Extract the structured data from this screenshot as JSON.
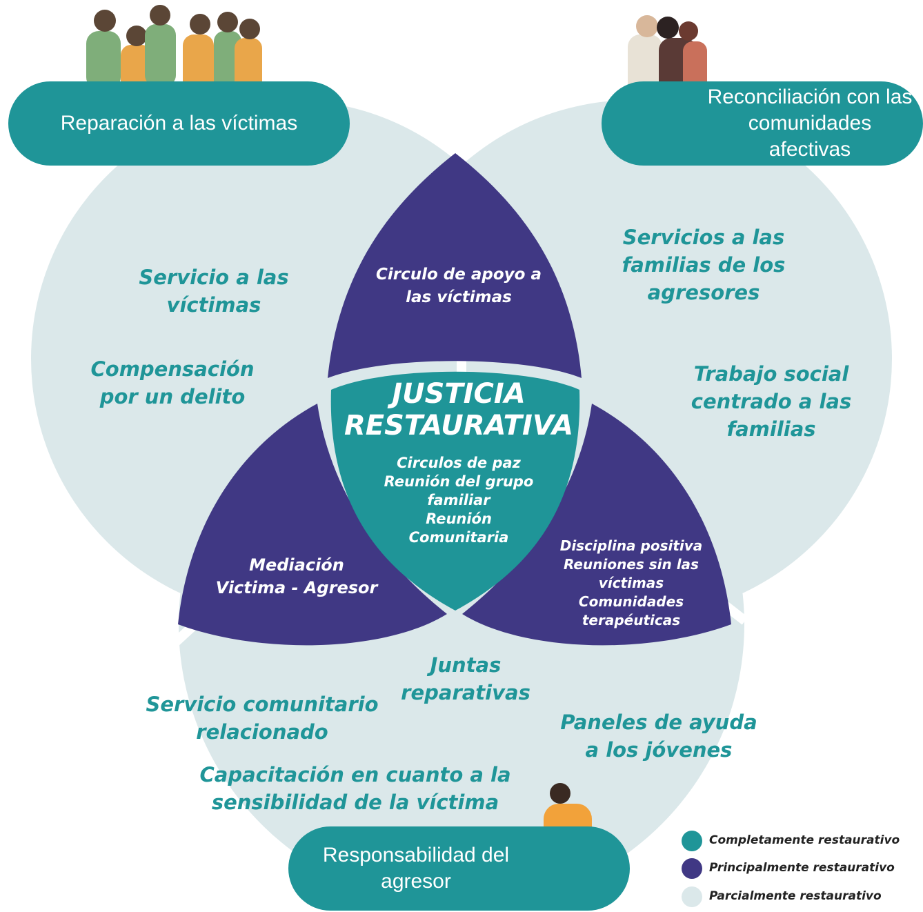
{
  "colors": {
    "completely": "#1f9598",
    "mainly": "#403884",
    "partially": "#dbe8ea",
    "white": "#ffffff"
  },
  "pills": {
    "top_left": "Reparación a las víctimas",
    "top_right": "Reconciliación con las comunidades afectivas",
    "bottom": "Responsabilidad del agresor"
  },
  "center": {
    "title_line1": "JUSTICIA",
    "title_line2": "RESTAURATIVA",
    "items": [
      "Circulos de paz",
      "Reunión del grupo",
      "familiar",
      "Reunión",
      "Comunitaria"
    ]
  },
  "petals": {
    "top": [
      "Circulo de apoyo a",
      "las víctimas"
    ],
    "left": [
      "Mediación",
      "Victima - Agresor"
    ],
    "right": [
      "Disciplina positiva",
      "Reuniones sin las",
      "víctimas",
      "Comunidades",
      "terapéuticas"
    ]
  },
  "partial": {
    "left_1": [
      "Servicio a las",
      "víctimas"
    ],
    "left_2": [
      "Compensación",
      "por un delito"
    ],
    "right_1": [
      "Servicios a las",
      "familias de los",
      "agresores"
    ],
    "right_2": [
      "Trabajo social",
      "centrado a las",
      "familias"
    ],
    "bottom_center": [
      "Juntas",
      "reparativas"
    ],
    "bottom_left": [
      "Servicio comunitario",
      "relacionado"
    ],
    "bottom_right": [
      "Paneles de ayuda",
      "a los jóvenes"
    ],
    "bottom_wide": [
      "Capacitación en cuanto a la",
      "sensibilidad de la víctima"
    ]
  },
  "legend": [
    {
      "label": "Completamente restaurativo",
      "color": "#1f9598"
    },
    {
      "label": "Principalmente restaurativo",
      "color": "#403884"
    },
    {
      "label": "Parcialmente restaurativo",
      "color": "#dbe8ea"
    }
  ],
  "illustrations": [
    "group-of-people-illustration",
    "hugging-people-illustration",
    "sitting-person-illustration"
  ]
}
